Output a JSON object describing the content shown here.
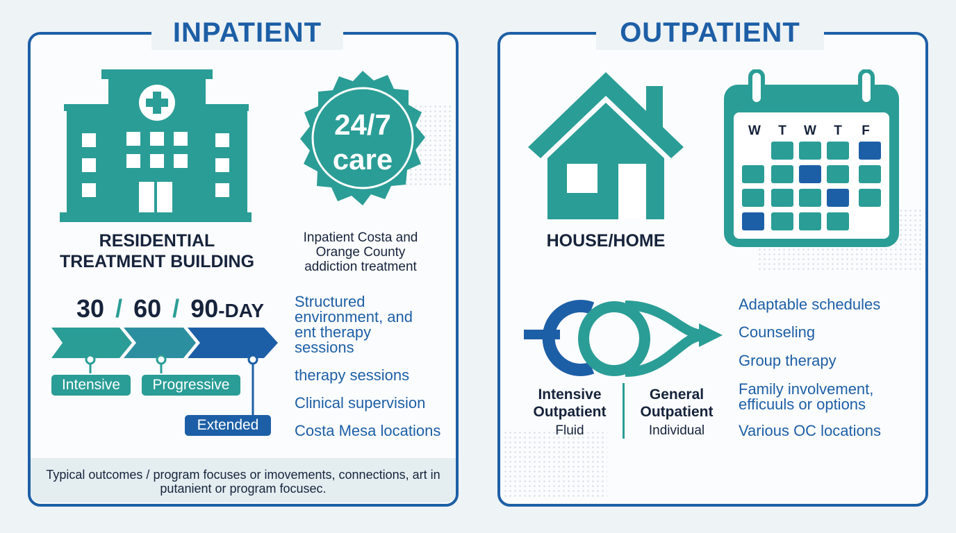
{
  "inpatient": {
    "title": "INPATIENT",
    "building_caption": "RESIDENTIAL TREATMENT BUILDING",
    "badge": {
      "line1": "24/7",
      "line2": "care"
    },
    "badge_caption": "Inpatient Costa and Orange County addiction treatment",
    "duration": {
      "d30": "30",
      "sep1": "/",
      "d60": "60",
      "sep2": "/",
      "d90": "90",
      "suffix": "-DAY"
    },
    "stages": [
      "Intensive",
      "Progressive",
      "Extended"
    ],
    "features": [
      "Structured environment, and ent therapy sessions",
      "therapy sessions",
      "Clinical supervision",
      "Costa Mesa locations"
    ],
    "footer": "Typical outcomes / program focuses or imovements, connections, art in putanient or program focusec."
  },
  "outpatient": {
    "title": "OUTPATIENT",
    "home_caption": "HOUSE/HOME",
    "calendar_days": [
      "W",
      "T",
      "W",
      "T",
      "F"
    ],
    "tracks": [
      {
        "name": "Intensive Outpatient",
        "sub": "Fluid"
      },
      {
        "name": "General Outpatient",
        "sub": "Individual"
      }
    ],
    "features": [
      "Adaptable schedules",
      "Counseling",
      "Group therapy",
      "Family involvement, efficuuls or options",
      "Various OC locations"
    ]
  },
  "colors": {
    "navy": "#1d5fa6",
    "teal": "#2a9d96",
    "dark": "#16233b",
    "background": "#eef3f6"
  }
}
